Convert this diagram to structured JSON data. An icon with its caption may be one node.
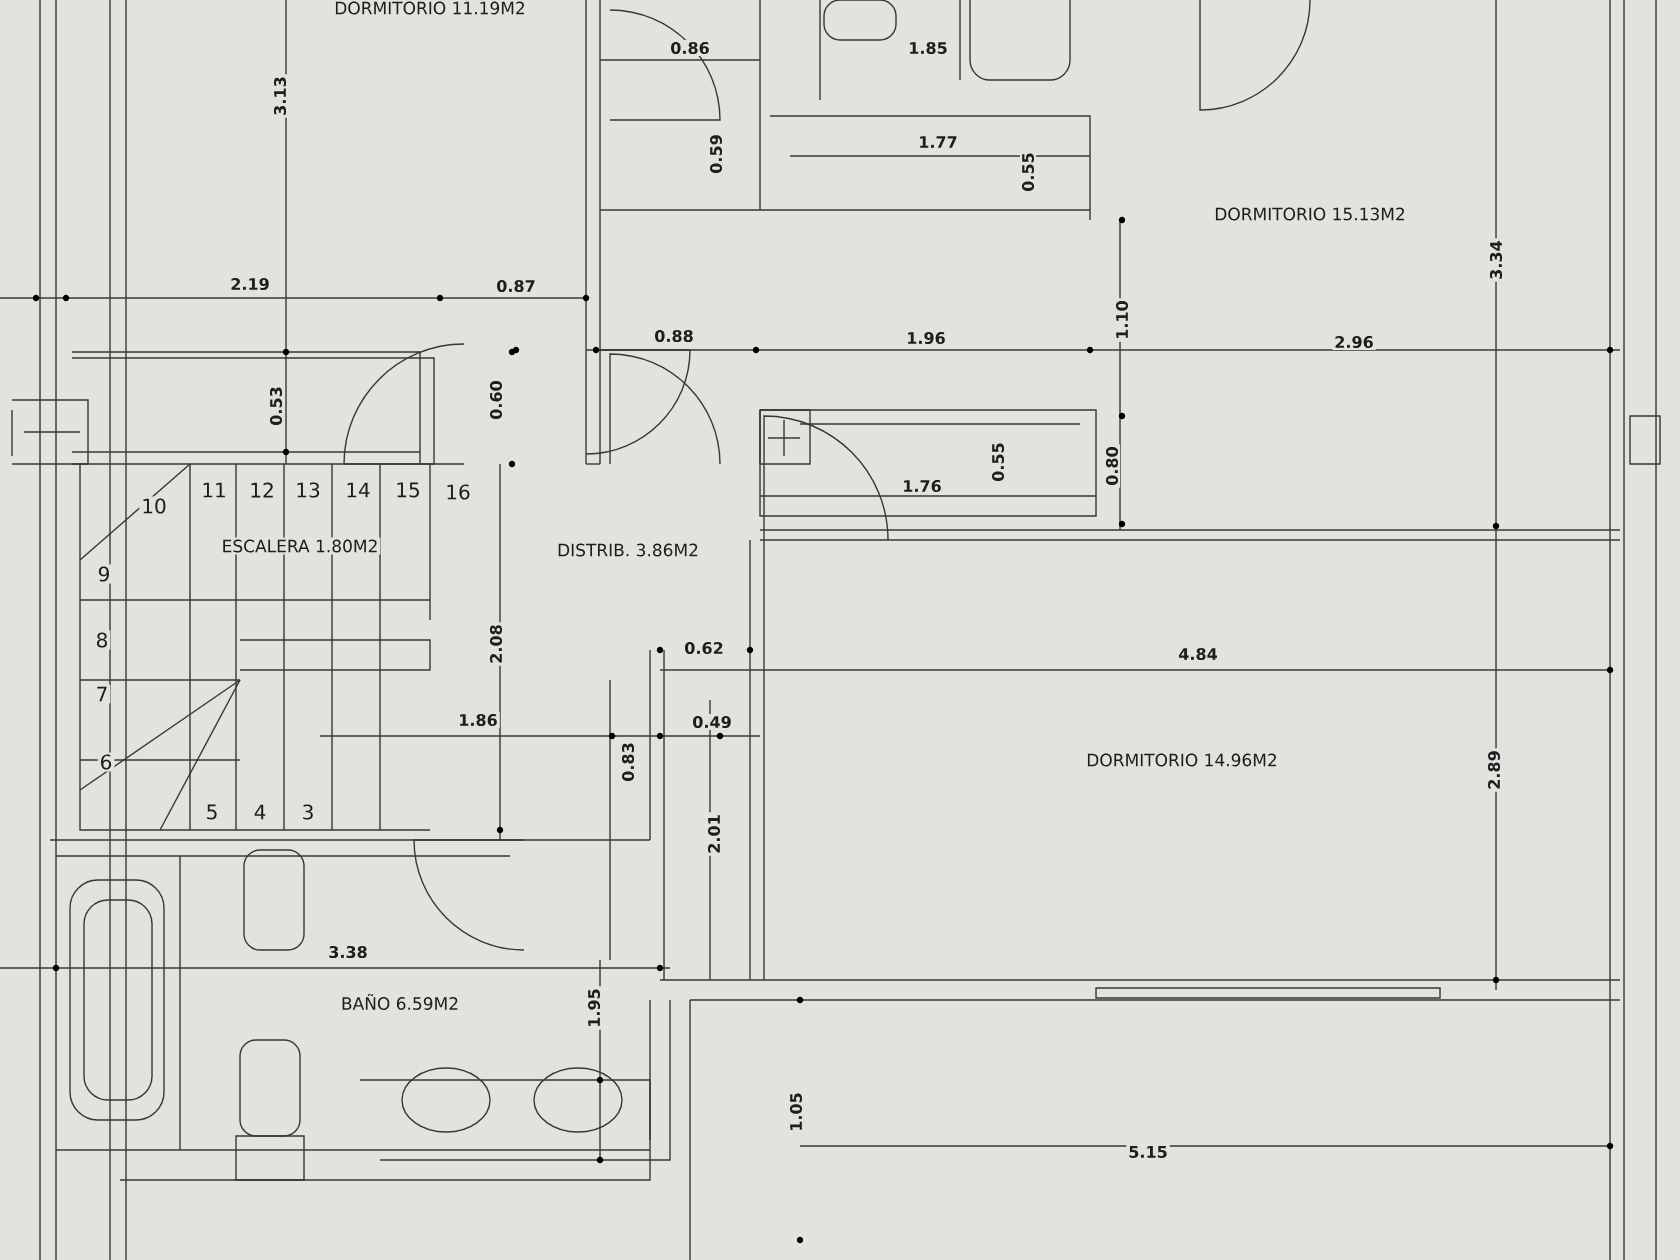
{
  "diagram": {
    "labels": [
      "DORMITORIO 11.19M2",
      "0.86",
      "1.85",
      "3.13",
      "0.59",
      "1.77",
      "0.55",
      "DORMITORIO 15.13M2",
      "3.34",
      "2.19",
      "0.87",
      "1.10",
      "0.88",
      "1.96",
      "2.96",
      "0.53",
      "0.60",
      "0.55",
      "0.80",
      "1.76",
      "11",
      "12",
      "13",
      "14",
      "15",
      "16",
      "10",
      "ESCALERA 1.80M2",
      "DISTRIB. 3.86M2",
      "9",
      "8",
      "0.62",
      "4.84",
      "2.08",
      "7",
      "1.86",
      "0.49",
      "6",
      "0.83",
      "DORMITORIO 14.96M2",
      "2.89",
      "5",
      "4",
      "3",
      "2.01",
      "3.38",
      "BAÑO 6.59M2",
      "1.95",
      "1.05",
      "5.15"
    ]
  }
}
